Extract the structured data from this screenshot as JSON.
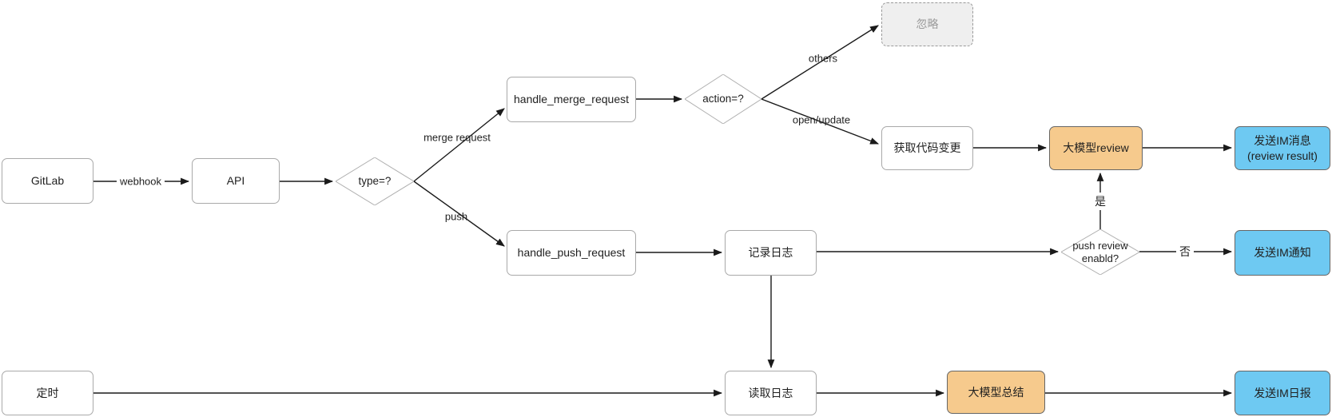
{
  "nodes": {
    "gitlab": {
      "label": "GitLab"
    },
    "api": {
      "label": "API"
    },
    "type_decision": {
      "label": "type=?"
    },
    "handle_merge_request": {
      "label": "handle_merge_request"
    },
    "action_decision": {
      "label": "action=?"
    },
    "ignore": {
      "label": "忽略"
    },
    "fetch_code_changes": {
      "label": "获取代码变更"
    },
    "llm_review": {
      "label": "大模型review"
    },
    "send_im_message": {
      "line1": "发送IM消息",
      "line2": "(review result)"
    },
    "handle_push_request": {
      "label": "handle_push_request"
    },
    "record_log": {
      "label": "记录日志"
    },
    "push_review_decision": {
      "line1": "push review",
      "line2": "enabld?"
    },
    "send_im_notice": {
      "label": "发送IM通知"
    },
    "timer": {
      "label": "定时"
    },
    "read_log": {
      "label": "读取日志"
    },
    "llm_summary": {
      "label": "大模型总结"
    },
    "send_im_daily": {
      "label": "发送IM日报"
    }
  },
  "edge_labels": {
    "webhook": "webhook",
    "merge_request": "merge request",
    "push": "push",
    "others": "others",
    "open_update": "open/update",
    "yes": "是",
    "no": "否"
  },
  "colors": {
    "accent_orange": "#f6ca8d",
    "accent_blue": "#6ec9f2",
    "colored_border": "#666666",
    "node_border": "#a9a9a9",
    "diamond_border": "#b0b0b0",
    "disabled_fill": "#efefef",
    "disabled_border": "#999999",
    "disabled_text": "#9b9b9b",
    "edge": "#1a1a1a"
  }
}
